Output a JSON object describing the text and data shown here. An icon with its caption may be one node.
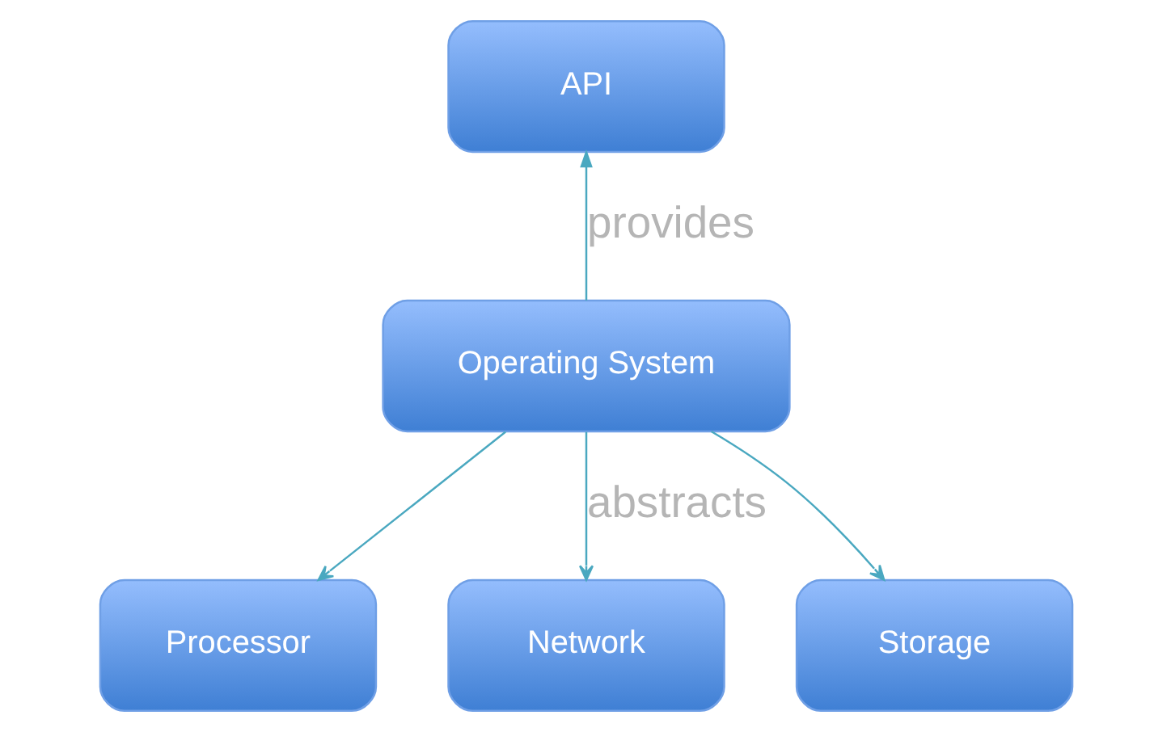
{
  "diagram": {
    "nodes": [
      {
        "text": [
          "API"
        ]
      },
      {
        "text": [
          "Operating System"
        ]
      },
      {
        "text": [
          "Processor"
        ]
      },
      {
        "text": [
          "Network"
        ]
      },
      {
        "text": [
          "Storage"
        ]
      }
    ],
    "edges": [
      {
        "from": 1,
        "to": 0,
        "arrow": "to",
        "label": "provides"
      },
      {
        "from": 1,
        "to": 2,
        "arrow": "to"
      },
      {
        "from": 1,
        "to": 3,
        "arrow": "to",
        "label": "abstracts"
      },
      {
        "from": 1,
        "to": 4,
        "arrow": "to"
      }
    ]
  }
}
